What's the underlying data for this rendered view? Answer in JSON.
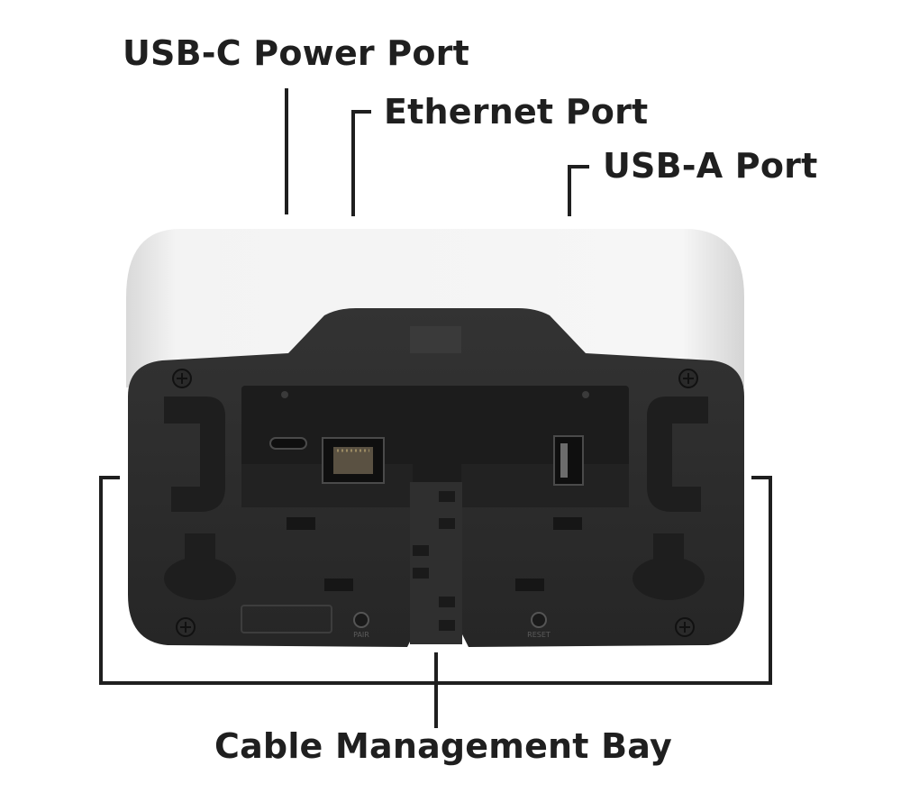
{
  "labels": {
    "usb_c": "USB-C Power Port",
    "ethernet": "Ethernet Port",
    "usb_a": "USB-A Port",
    "cable_bay": "Cable Management Bay"
  },
  "device_markings": {
    "pair": "PAIR",
    "reset": "RESET"
  },
  "colors": {
    "text": "#1f1f1f",
    "leader_line": "#1f1f1f",
    "device_shell": "#f4f4f4",
    "device_base": "#2b2b2b",
    "port_recess": "#1c1c1c"
  }
}
